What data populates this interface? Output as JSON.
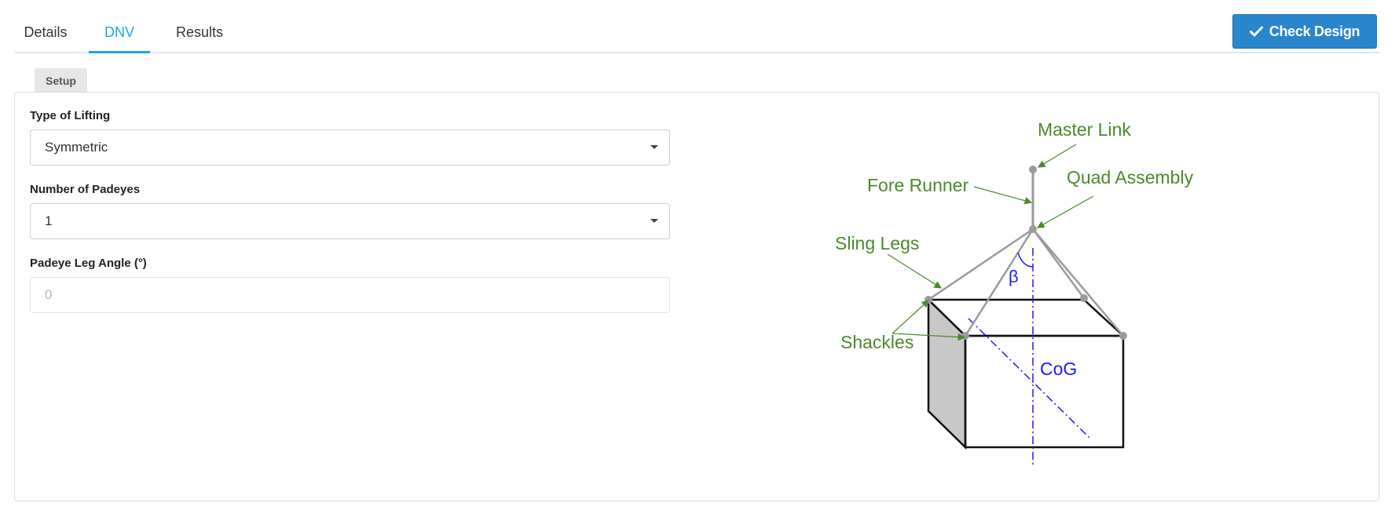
{
  "tabs": [
    {
      "label": "Details",
      "active": false
    },
    {
      "label": "DNV",
      "active": true
    },
    {
      "label": "Results",
      "active": false
    }
  ],
  "actions": {
    "check_design_label": "Check Design",
    "check_icon": "checkmark-icon"
  },
  "subtab": {
    "label": "Setup"
  },
  "form": {
    "type_of_lifting": {
      "label": "Type of Lifting",
      "value": "Symmetric"
    },
    "number_of_padeyes": {
      "label": "Number of Padeyes",
      "value": "1"
    },
    "padeye_leg_angle": {
      "label": "Padeye Leg Angle (°)",
      "placeholder": "0"
    }
  },
  "diagram": {
    "labels": {
      "master_link": "Master Link",
      "fore_runner": "Fore Runner",
      "quad_assembly": "Quad Assembly",
      "sling_legs": "Sling Legs",
      "shackles": "Shackles",
      "beta": "β",
      "cog": "CoG"
    },
    "colors": {
      "label_green": "#4a8a2a",
      "annotation_blue": "#1a1aff",
      "sling_gray": "#9a9a9a"
    }
  }
}
